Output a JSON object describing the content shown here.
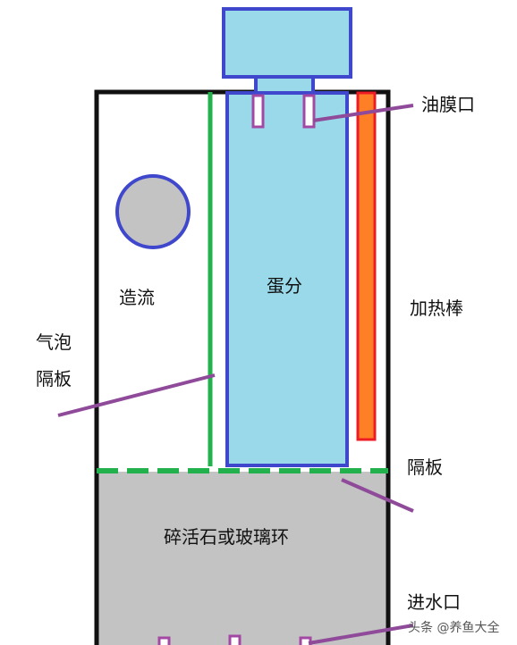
{
  "labels": {
    "oil_film_port": "油膜口",
    "wave_maker": "造流",
    "protein_skimmer": "蛋分",
    "heater": "加热棒",
    "bubble_baffle_line1": "气泡",
    "bubble_baffle_line2": "隔板",
    "baffle": "隔板",
    "media": "碎活石或玻璃环",
    "water_inlet": "进水口"
  },
  "watermark": "头条 @养鱼大全",
  "colors": {
    "outline": "#111111",
    "skimmer_fill": "#99d9ea",
    "skimmer_border": "#3f48cc",
    "heater_fill": "#ff7f27",
    "heater_border": "#ed1c24",
    "baffle_green": "#22b14c",
    "media_fill": "#c3c3c3",
    "port_purple": "#a349a4",
    "pointer_purple": "#8f4a9a"
  }
}
